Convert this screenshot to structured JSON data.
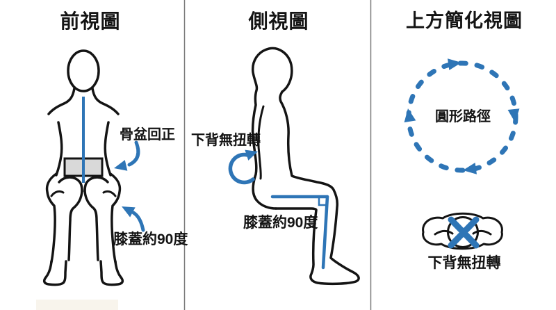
{
  "meta": {
    "kind": "seated-posture-instruction-diagram",
    "language": "zh-TW"
  },
  "colors": {
    "accent_blue": "#2E75B6",
    "ink": "#141414",
    "pelvis_fill": "#D9D9D9",
    "divider_gray": "#7A7A7A",
    "background": "#FFFFFF"
  },
  "panels": [
    {
      "id": "front-view",
      "title": "前視圖",
      "labels": {
        "pelvis": "骨盆回正",
        "knee": "膝蓋約90度"
      },
      "icons": [
        "seated-figure-front",
        "spine-line",
        "pelvis-rectangle",
        "curved-arrow-to-pelvis",
        "curved-arrow-to-knee"
      ]
    },
    {
      "id": "side-view",
      "title": "側視圖",
      "labels": {
        "lower_back": "下背無扭轉",
        "knee": "膝蓋約90度"
      },
      "icons": [
        "seated-figure-side",
        "rotation-arrow",
        "right-angle-90-marker"
      ]
    },
    {
      "id": "top-simplified-view",
      "title": "上方簡化視圖",
      "labels": {
        "path": "圓形路徑",
        "lower_back": "下背無扭轉"
      },
      "icons": [
        "dashed-circular-path-clockwise",
        "body-top-view",
        "no-twist-x-marker"
      ]
    }
  ]
}
